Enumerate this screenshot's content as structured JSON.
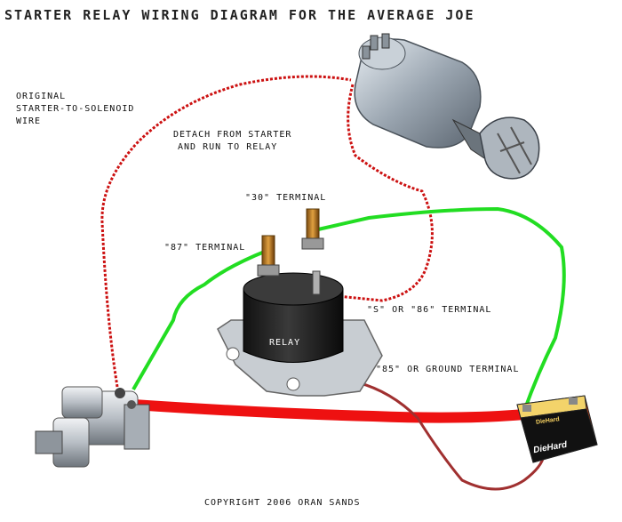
{
  "title": "STARTER RELAY WIRING DIAGRAM FOR THE AVERAGE JOE",
  "labels": {
    "original_wire_1": "ORIGINAL",
    "original_wire_2": "STARTER-TO-SOLENOID",
    "original_wire_3": "WIRE",
    "detach_1": "DETACH FROM STARTER",
    "detach_2": "AND RUN TO RELAY",
    "terminal_30": "\"30\" TERMINAL",
    "terminal_87": "\"87\" TERMINAL",
    "terminal_s86": "\"S\" OR \"86\"  TERMINAL",
    "terminal_85": "\"85\" OR GROUND TERMINAL",
    "relay": "RELAY",
    "battery_brand_top": "DieHard",
    "battery_brand_bottom": "DieHard"
  },
  "copyright": "COPYRIGHT 2006 ORAN SANDS",
  "colors": {
    "battery_cable": "#ee1111",
    "signal_wire": "#cc1111",
    "green_wire": "#22dd22",
    "ground_wire": "#a03030"
  }
}
